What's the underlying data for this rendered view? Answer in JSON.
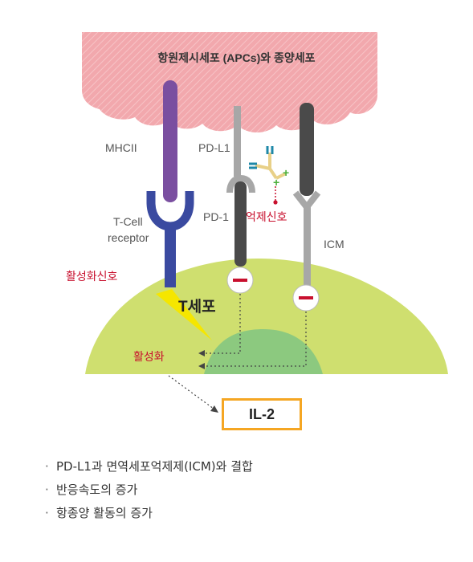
{
  "apc": {
    "title": "항원제시세포 (APCs)와 종양세포"
  },
  "labels": {
    "mhcii": "MHCII",
    "pdl1": "PD-L1",
    "pd1": "PD-1",
    "tcell_receptor_line1": "T-Cell",
    "tcell_receptor_line2": "receptor",
    "icm": "ICM",
    "inhibitory_signal": "억제신호",
    "activation_signal": "활성화신호",
    "activation": "활성화",
    "tcell": "T세포",
    "il2": "IL-2"
  },
  "bullets": [
    "PD-L1과 면역세포억제제(ICM)와 결합",
    "반응속도의 증가",
    "항종양 활동의 증가"
  ],
  "colors": {
    "apc_fill": "#f2a8ad",
    "tcell_fill": "#cfdf6f",
    "nucleus_fill": "#8cc97f",
    "mhcii": "#7a4fa0",
    "tcr": "#3a4aa0",
    "pdl1": "#a7a7a7",
    "pd1": "#4a4a4a",
    "icm": "#4a4a4a",
    "inhibit_sign": "#c8102e",
    "il2_border": "#f5a623"
  }
}
